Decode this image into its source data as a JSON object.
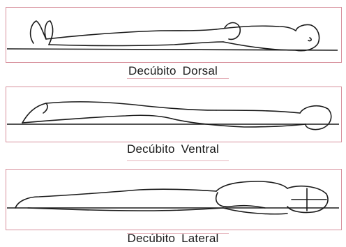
{
  "panels": [
    {
      "caption": "Decúbito  Dorsal"
    },
    {
      "caption": "Decúbito  Ventral"
    },
    {
      "caption": "Decúbito  Lateral"
    }
  ],
  "colors": {
    "frame": "#d7909c",
    "line": "#1a1a1a",
    "text": "#1a1a1a"
  }
}
